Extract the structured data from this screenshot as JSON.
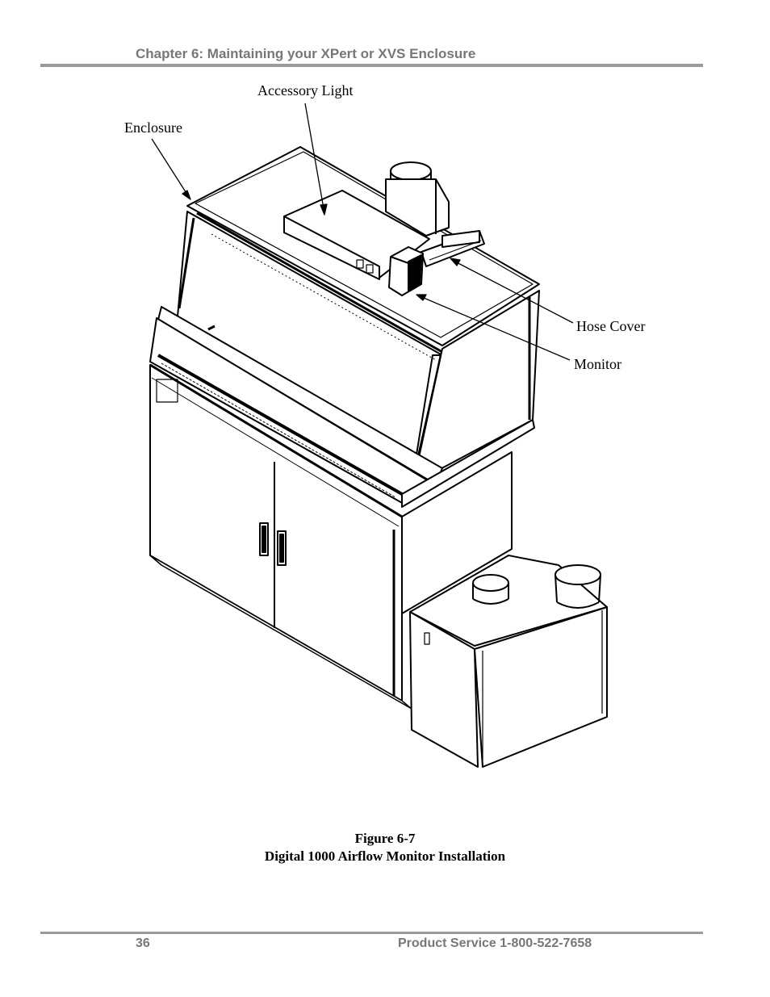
{
  "header": {
    "chapter_title": "Chapter 6: Maintaining your XPert or XVS Enclosure"
  },
  "figure": {
    "callouts": {
      "accessory_light": "Accessory Light",
      "enclosure": "Enclosure",
      "hose_cover": "Hose Cover",
      "monitor": "Monitor"
    },
    "number": "Figure 6-7",
    "title": "Digital 1000 Airflow Monitor Installation"
  },
  "footer": {
    "page_number": "36",
    "service_line": "Product Service 1-800-522-7658"
  }
}
